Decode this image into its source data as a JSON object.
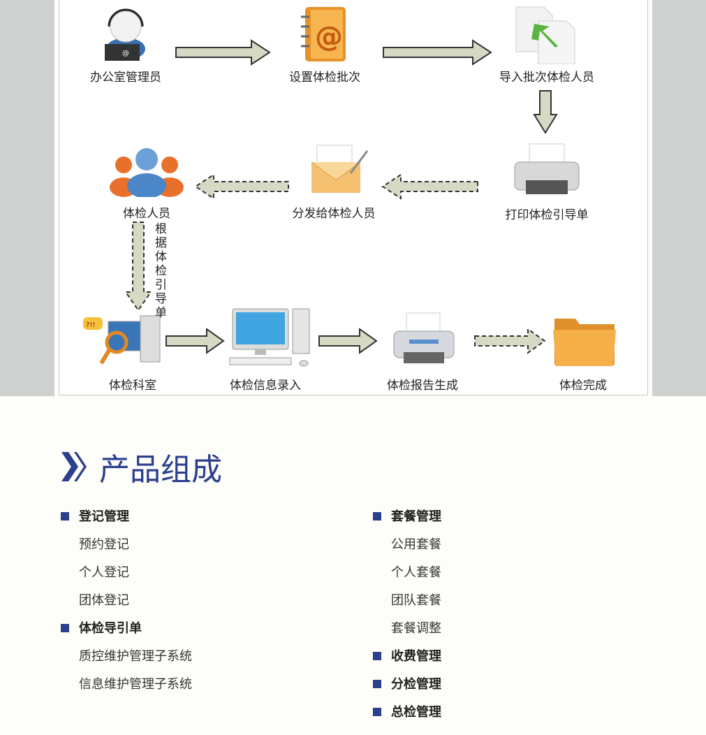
{
  "flow": {
    "nodes": [
      {
        "label": "办公室管理员",
        "icon": "admin-headset-icon"
      },
      {
        "label": "设置体检批次",
        "icon": "address-book-icon"
      },
      {
        "label": "导入批次体检人员",
        "icon": "import-files-icon"
      },
      {
        "label": "打印体检引导单",
        "icon": "printer-icon"
      },
      {
        "label": "分发给体检人员",
        "icon": "envelope-icon"
      },
      {
        "label": "体检人员",
        "icon": "people-group-icon"
      },
      {
        "label": "体检科室",
        "icon": "department-computer-icon"
      },
      {
        "label": "体检信息录入",
        "icon": "desktop-computer-icon"
      },
      {
        "label": "体检报告生成",
        "icon": "printer-icon"
      },
      {
        "label": "体检完成",
        "icon": "folder-icon"
      }
    ],
    "vertical_note": "根据体检引导单"
  },
  "section": {
    "title": "产品组成"
  },
  "left_list": [
    {
      "text": "登记管理",
      "heading": true
    },
    {
      "text": "预约登记"
    },
    {
      "text": "个人登记"
    },
    {
      "text": "团体登记"
    },
    {
      "text": "体检导引单",
      "heading": true
    },
    {
      "text": "质控维护管理子系统"
    },
    {
      "text": "信息维护管理子系统"
    }
  ],
  "right_list": [
    {
      "text": "套餐管理",
      "heading": true
    },
    {
      "text": "公用套餐"
    },
    {
      "text": "个人套餐"
    },
    {
      "text": "团队套餐"
    },
    {
      "text": "套餐调整"
    },
    {
      "text": "收费管理",
      "heading": true
    },
    {
      "text": "分检管理",
      "heading": true
    },
    {
      "text": "总检管理",
      "heading": true
    }
  ],
  "colors": {
    "accent": "#2b3f8c",
    "arrow_fill": "#d6d9c4",
    "side": "#cfd0d0"
  }
}
